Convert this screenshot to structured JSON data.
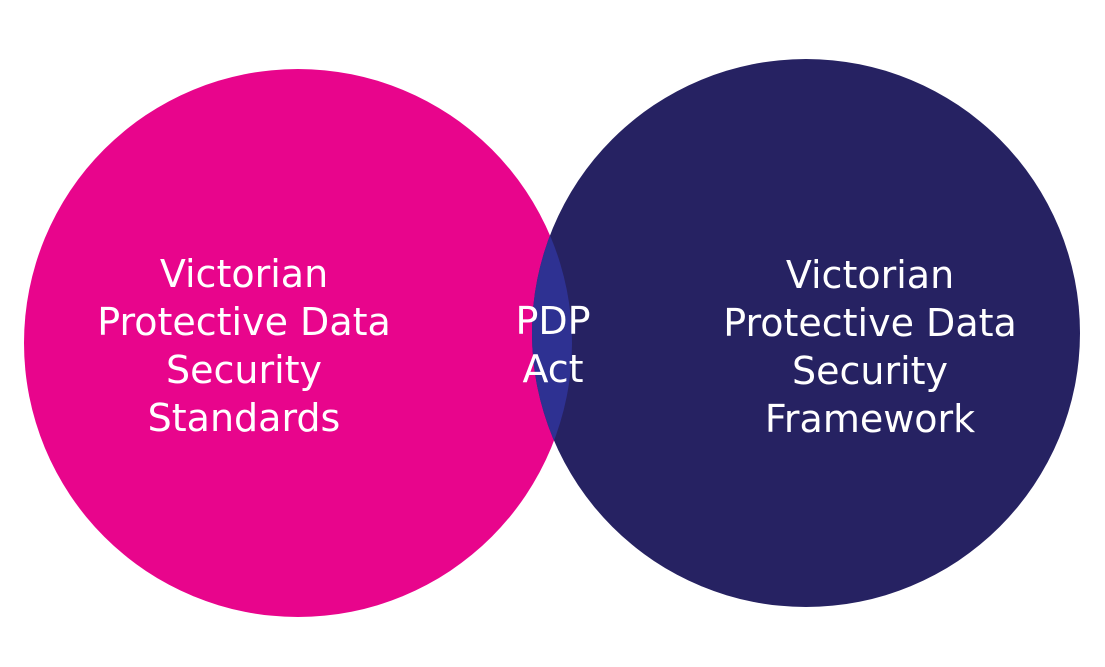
{
  "diagram": {
    "type": "venn",
    "sets": [
      {
        "id": "left",
        "color": "#e8058c",
        "lines": [
          "Victorian",
          "Protective Data",
          "Security",
          "Standards"
        ]
      },
      {
        "id": "right",
        "color": "#262262",
        "lines": [
          "Victorian",
          "Protective Data",
          "Security",
          "Framework"
        ]
      }
    ],
    "intersection": {
      "color": "#2e3192",
      "lines": [
        "PDP",
        "Act"
      ]
    },
    "text_color": "#ffffff",
    "background": "#ffffff"
  }
}
